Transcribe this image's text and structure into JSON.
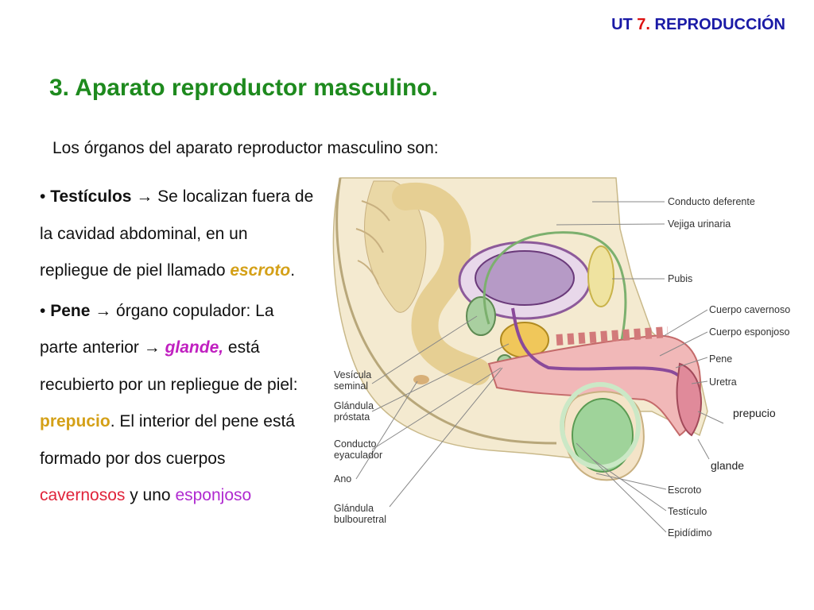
{
  "header": {
    "prefix": "UT ",
    "number": "7.",
    "suffix": " REPRODUCCIÓN"
  },
  "title": "3. Aparato reproductor masculino.",
  "intro": "Los órganos del aparato reproductor masculino son:",
  "bullets": {
    "b1_bullet": "• ",
    "b1_term": "Testículos",
    "b1_text": " → Se localizan fuera de la cavidad abdominal, en un repliegue de piel llamado ",
    "b1_highlight": "escroto",
    "b1_end": ".",
    "b2_bullet": "• ",
    "b2_term": "Pene",
    "b2_text1": " → órgano copulador: La parte anterior → ",
    "b2_glande": "glande,",
    "b2_text2": " está recubierto por un repliegue de piel: ",
    "b2_prepucio": "prepucio",
    "b2_text3": ". El interior del pene está formado por dos cuerpos ",
    "b2_cavernosos": "cavernosos",
    "b2_text4": " y uno ",
    "b2_esponjoso": "esponjoso"
  },
  "diagram_labels": {
    "conducto_deferente": "Conducto deferente",
    "vejiga": "Vejiga urinaria",
    "pubis": "Pubis",
    "cuerpo_cavernoso": "Cuerpo cavernoso",
    "cuerpo_esponjoso": "Cuerpo esponjoso",
    "pene": "Pene",
    "uretra": "Uretra",
    "prepucio": "prepucio",
    "glande": "glande",
    "escroto": "Escroto",
    "testiculo": "Testículo",
    "epididimo": "Epidídimo",
    "vesicula_1": "Vesícula",
    "vesicula_2": "seminal",
    "prostata_1": "Glándula",
    "prostata_2": "próstata",
    "eyaculador_1": "Conducto",
    "eyaculador_2": "eyaculador",
    "ano": "Ano",
    "bulbouretral_1": "Glándula",
    "bulbouretral_2": "bulbouretral"
  }
}
